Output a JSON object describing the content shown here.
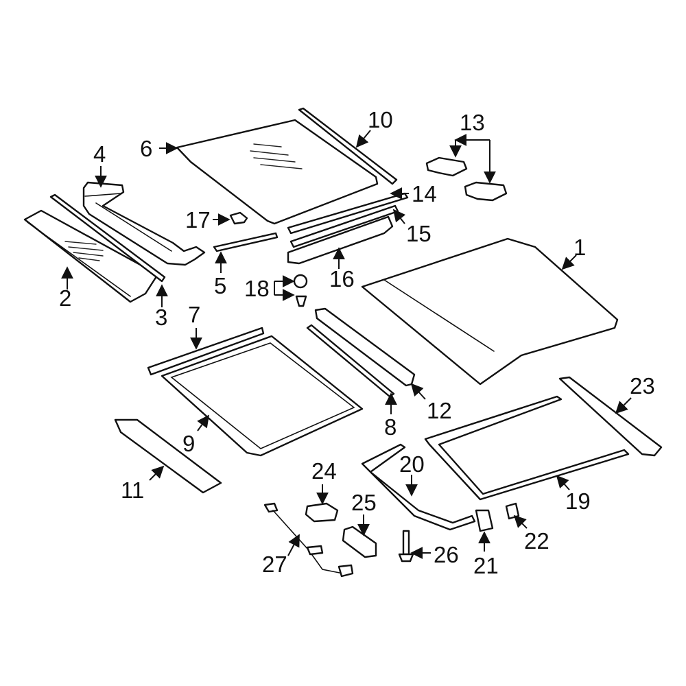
{
  "colors": {
    "highlight": "#2b48c8",
    "line": "#111111",
    "background": "#ffffff"
  },
  "callouts": {
    "c1": "1",
    "c2": "2",
    "c3": "3",
    "c4": "4",
    "c5": "5",
    "c6": "6",
    "c7": "7",
    "c8": "8",
    "c9": "9",
    "c10": "10",
    "c11": "11",
    "c12": "12",
    "c13": "13",
    "c14": "14",
    "c15": "15",
    "c16": "16",
    "c17": "17",
    "c18": "18",
    "c19": "19",
    "c20": "20",
    "c21": "21",
    "c22": "22",
    "c23": "23",
    "c24": "24",
    "c25": "25",
    "c26": "26",
    "c27": "27"
  }
}
